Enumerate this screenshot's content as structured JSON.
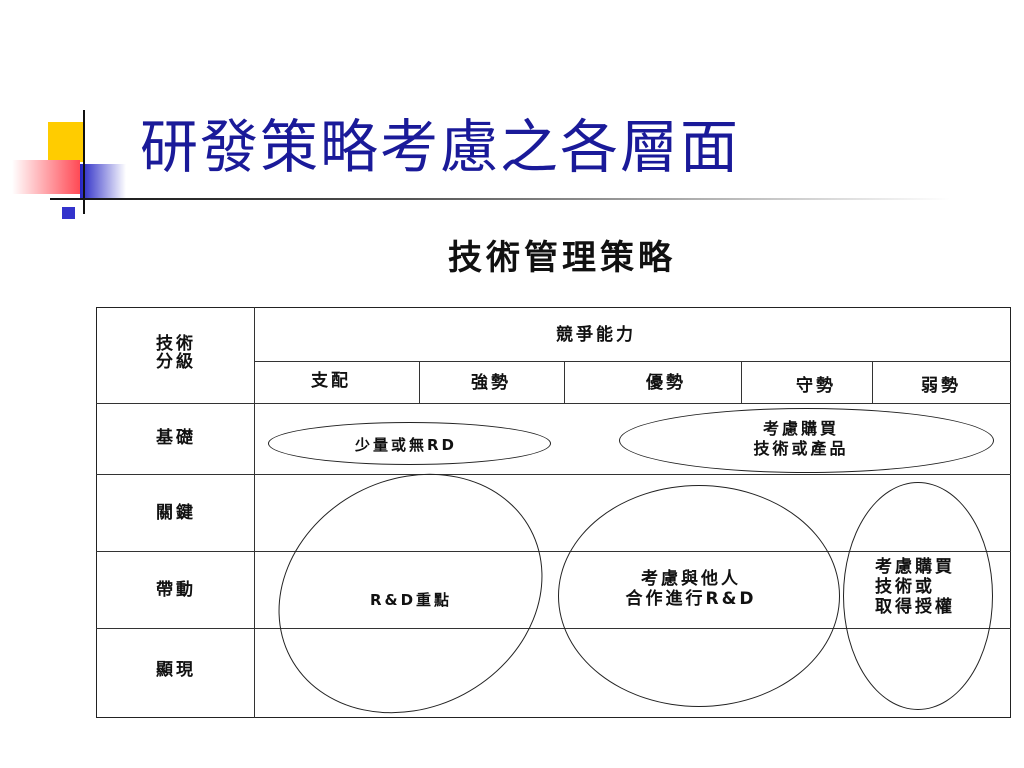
{
  "slide": {
    "title": "研發策略考慮之各層面"
  },
  "diagram": {
    "title": "技術管理策略",
    "corner_header": [
      "技術",
      "分級"
    ],
    "competitive_header": "競爭能力",
    "columns": [
      "支配",
      "強勢",
      "優勢",
      "守勢",
      "弱勢"
    ],
    "rows": [
      "基礎",
      "關鍵",
      "帶動",
      "顯現"
    ],
    "ellipses": {
      "small_rd": "少量或無RD",
      "buy_tech": [
        "考慮購買",
        "技術或產品"
      ],
      "rd_focus": "R&D重點",
      "cooperate": [
        "考慮與他人",
        "合作進行R&D"
      ],
      "license": [
        "考慮購買",
        "技術或",
        "取得授權"
      ]
    }
  }
}
